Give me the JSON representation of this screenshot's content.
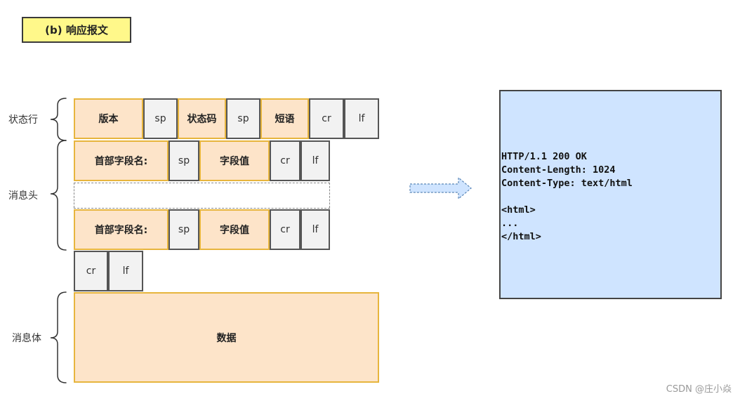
{
  "title": "(b) 响应报文",
  "labels": {
    "status_line": "状态行",
    "header": "消息头",
    "body": "消息体"
  },
  "status_line": {
    "version": "版本",
    "sp1": "sp",
    "status_code": "状态码",
    "sp2": "sp",
    "phrase": "短语",
    "cr": "cr",
    "lf": "lf"
  },
  "header_rows": [
    {
      "name": "首部字段名:",
      "sp": "sp",
      "value": "字段值",
      "cr": "cr",
      "lf": "lf"
    },
    {
      "name": "首部字段名:",
      "sp": "sp",
      "value": "字段值",
      "cr": "cr",
      "lf": "lf"
    }
  ],
  "empty_line": {
    "cr": "cr",
    "lf": "lf"
  },
  "body": {
    "data": "数据"
  },
  "example_message": [
    "HTTP/1.1 200 OK",
    "Content-Length: 1024",
    "Content-Type: text/html",
    "",
    "<html>",
    "...",
    "</html>"
  ],
  "watermark": "CSDN @庄小焱",
  "colors": {
    "title_bg": "#fff88a",
    "field_bg": "#fde4c9",
    "field_border": "#e7b53d",
    "separator_bg": "#f2f2f2",
    "message_bg": "#cfe4ff",
    "arrow_fill": "#cfe4ff"
  }
}
